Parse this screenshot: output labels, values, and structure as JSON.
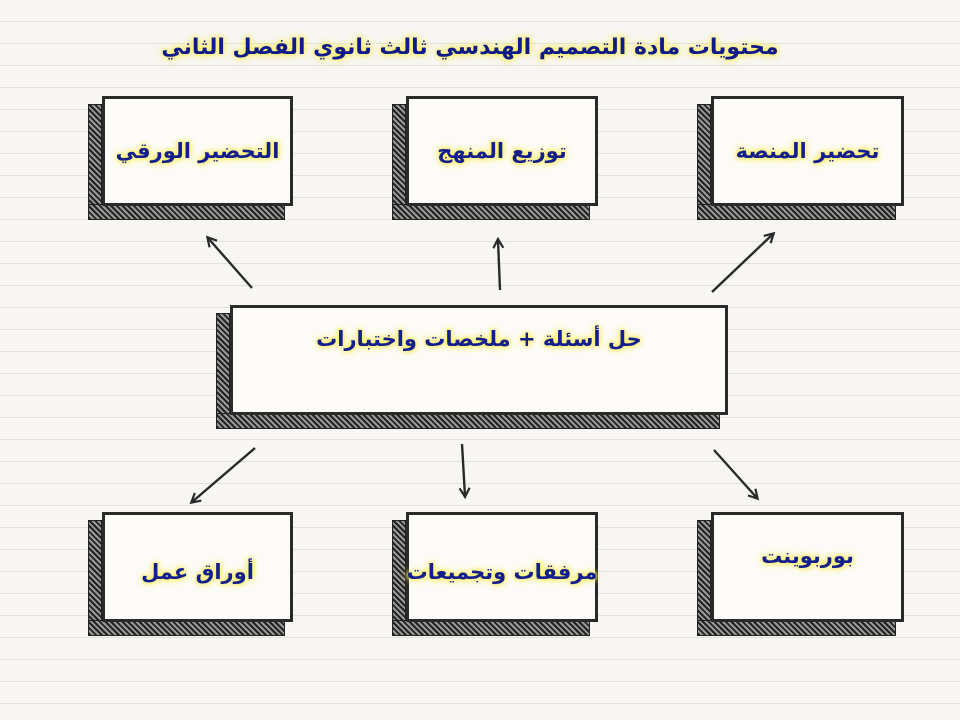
{
  "title": "محتويات مادة التصميم الهندسي ثالث ثانوي الفصل الثاني",
  "center": {
    "label": "حل أسئلة  +  ملخصات واختبارات"
  },
  "top_boxes": [
    {
      "label": "التحضير الورقي"
    },
    {
      "label": "توزيع المنهج"
    },
    {
      "label": "تحضير المنصة"
    }
  ],
  "bottom_boxes": [
    {
      "label": "أوراق عمل"
    },
    {
      "label": "مرفقات وتجميعات"
    },
    {
      "label": "بوربوينت"
    }
  ],
  "colors": {
    "text": "#141f8f",
    "glow": "#fbf06a",
    "border": "#2a2a2a"
  }
}
